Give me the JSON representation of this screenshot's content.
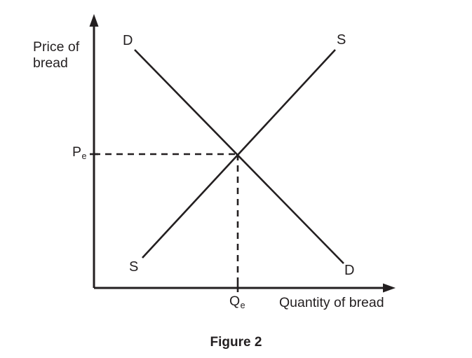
{
  "figure": {
    "caption": "Figure 2",
    "axis_labels": {
      "y": "Price of bread",
      "x": "Quantity of bread"
    },
    "equilibrium": {
      "price_symbol": "P",
      "price_subscript": "e",
      "quantity_symbol": "Q",
      "quantity_subscript": "e"
    },
    "curve_labels": {
      "demand_top": "D",
      "demand_bottom": "D",
      "supply_top": "S",
      "supply_bottom": "S"
    },
    "colors": {
      "ink": "#231f20",
      "background": "#ffffff"
    }
  },
  "chart_data": {
    "type": "line",
    "title": "Figure 2",
    "xlabel": "Quantity of bread",
    "ylabel": "Price of bread",
    "grid": false,
    "legend": "inline-endpoint-labels",
    "axes": {
      "x_axis": {
        "from": [
          134,
          411
        ],
        "to": [
          563,
          411
        ],
        "arrow": true,
        "ticks_labeled": [
          "Q_e"
        ]
      },
      "y_axis": {
        "from": [
          134,
          411
        ],
        "to": [
          134,
          22
        ],
        "arrow": true,
        "ticks_labeled": [
          "P_e"
        ]
      },
      "units": "unlabeled ordinal (schematic)"
    },
    "series": [
      {
        "name": "Demand",
        "label": "D",
        "slope": "negative",
        "style": "solid",
        "points": [
          [
            192,
            71
          ],
          [
            490,
            376
          ]
        ]
      },
      {
        "name": "Supply",
        "label": "S",
        "slope": "positive",
        "style": "solid",
        "points": [
          [
            203,
            368
          ],
          [
            478,
            71
          ]
        ]
      }
    ],
    "annotations": [
      {
        "name": "equilibrium-point",
        "at": [
          339,
          220
        ],
        "description": "Intersection of supply and demand"
      },
      {
        "name": "equilibrium-price-guide",
        "style": "dashed",
        "points": [
          [
            134,
            220
          ],
          [
            339,
            220
          ]
        ],
        "label": "Pe"
      },
      {
        "name": "equilibrium-quantity-guide",
        "style": "dashed",
        "points": [
          [
            339,
            220
          ],
          [
            339,
            411
          ]
        ],
        "label": "Qe"
      }
    ]
  }
}
